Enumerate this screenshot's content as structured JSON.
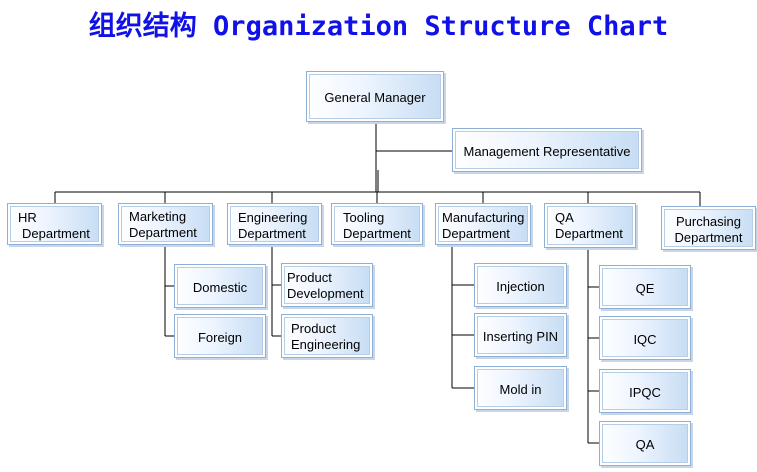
{
  "title": "组织结构 Organization Structure Chart",
  "general_manager": "General Manager",
  "management_representative": "Management Representative",
  "departments": {
    "hr": [
      "HR",
      "Department"
    ],
    "marketing": [
      "Marketing",
      "Department"
    ],
    "engineering": [
      "Engineering",
      "Department"
    ],
    "tooling": [
      "Tooling",
      "Department"
    ],
    "manufacturing": [
      "Manufacturing",
      "Department"
    ],
    "qa": [
      "QA",
      "Department"
    ],
    "purchasing": [
      "Purchasing",
      "Department"
    ]
  },
  "marketing_units": [
    "Domestic",
    "Foreign"
  ],
  "engineering_units": [
    [
      "Product",
      "Development"
    ],
    [
      "Product",
      "Engineering"
    ]
  ],
  "manufacturing_units": [
    "Injection",
    "Inserting PIN",
    "Mold in"
  ],
  "qa_units": [
    "QE",
    "IQC",
    "IPQC",
    "QA"
  ]
}
